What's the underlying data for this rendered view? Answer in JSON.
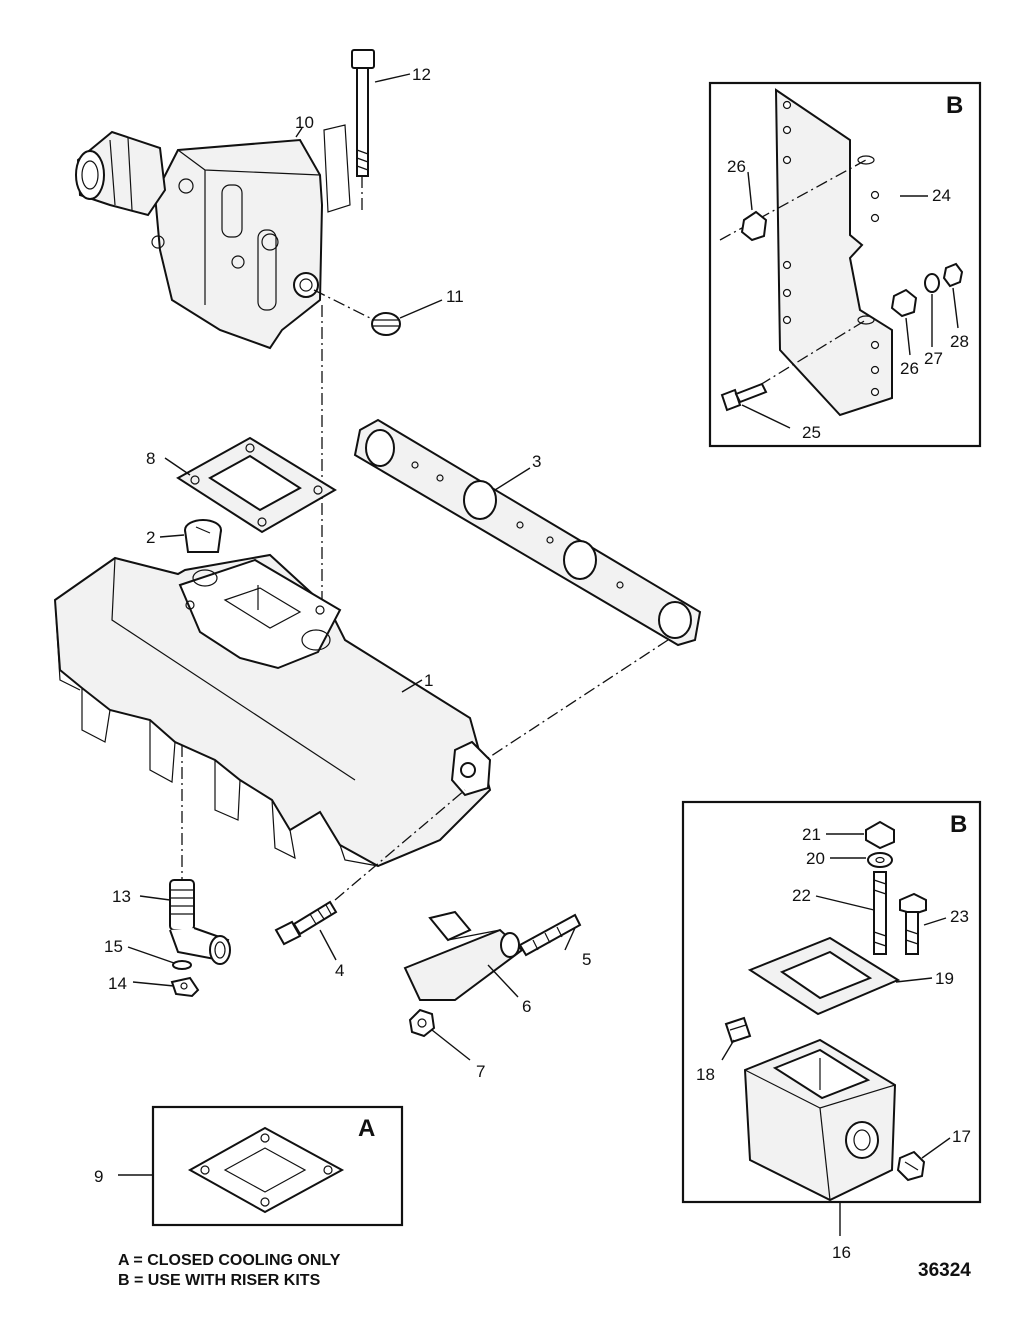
{
  "callouts": {
    "c1": "1",
    "c2": "2",
    "c3": "3",
    "c4": "4",
    "c5": "5",
    "c6": "6",
    "c7": "7",
    "c8": "8",
    "c9": "9",
    "c10": "10",
    "c11": "11",
    "c12": "12",
    "c13": "13",
    "c14": "14",
    "c15": "15",
    "c16": "16",
    "c17": "17",
    "c18": "18",
    "c19": "19",
    "c20": "20",
    "c21": "21",
    "c22": "22",
    "c23": "23",
    "c24": "24",
    "c25": "25",
    "c26a": "26",
    "c26b": "26",
    "c27": "27",
    "c28": "28"
  },
  "boxes": {
    "top_right_letter": "B",
    "bottom_right_letter": "B",
    "bottom_left_letter": "A"
  },
  "notes": {
    "line_a": "A = CLOSED COOLING ONLY",
    "line_b": "B = USE WITH RISER KITS"
  },
  "figure_number": "36324"
}
